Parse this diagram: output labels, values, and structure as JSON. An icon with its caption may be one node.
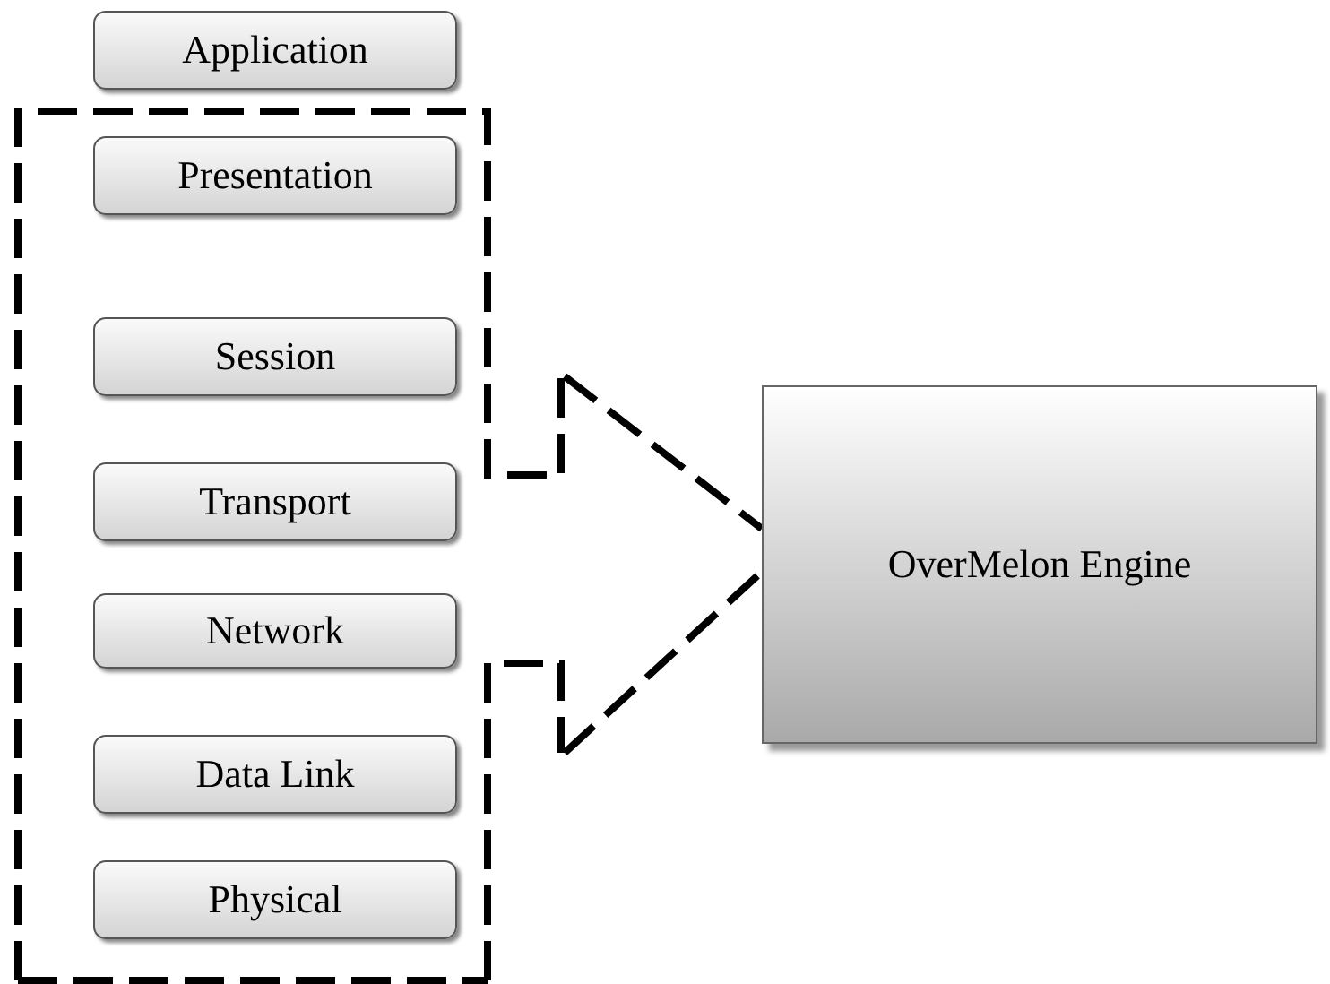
{
  "diagram": {
    "nodes": [
      {
        "text": [
          "Application"
        ]
      },
      {
        "text": [],
        "shape": "box"
      },
      {
        "text": [
          "Presentation"
        ],
        "in": 1
      },
      {
        "text": [
          "Session"
        ],
        "in": 1
      },
      {
        "text": [
          "Transport"
        ],
        "in": 1
      },
      {
        "text": [
          "Network"
        ],
        "in": 1
      },
      {
        "text": [
          "Data Link"
        ],
        "in": 1
      },
      {
        "text": [
          "Physical"
        ],
        "in": 1
      },
      {
        "text": [
          "OverMelon Engine"
        ]
      }
    ],
    "edges": [
      {
        "from": 1,
        "to": 8,
        "arrow": "none",
        "style": "dashed"
      },
      {
        "from": 1,
        "to": 8,
        "arrow": "none",
        "style": "dashed"
      }
    ]
  }
}
